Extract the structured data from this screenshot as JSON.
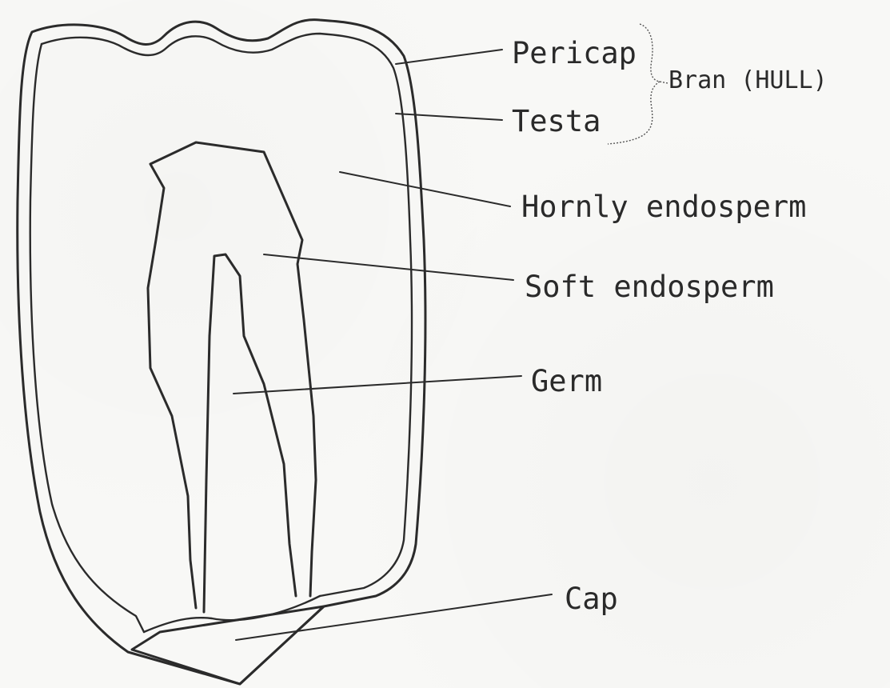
{
  "labels": {
    "pericap": "Pericap",
    "testa": "Testa",
    "bran": "Bran (HULL)",
    "horny_endosperm": "Hornly endosperm",
    "soft_endosperm": "Soft endosperm",
    "germ": "Germ",
    "cap": "Cap"
  }
}
